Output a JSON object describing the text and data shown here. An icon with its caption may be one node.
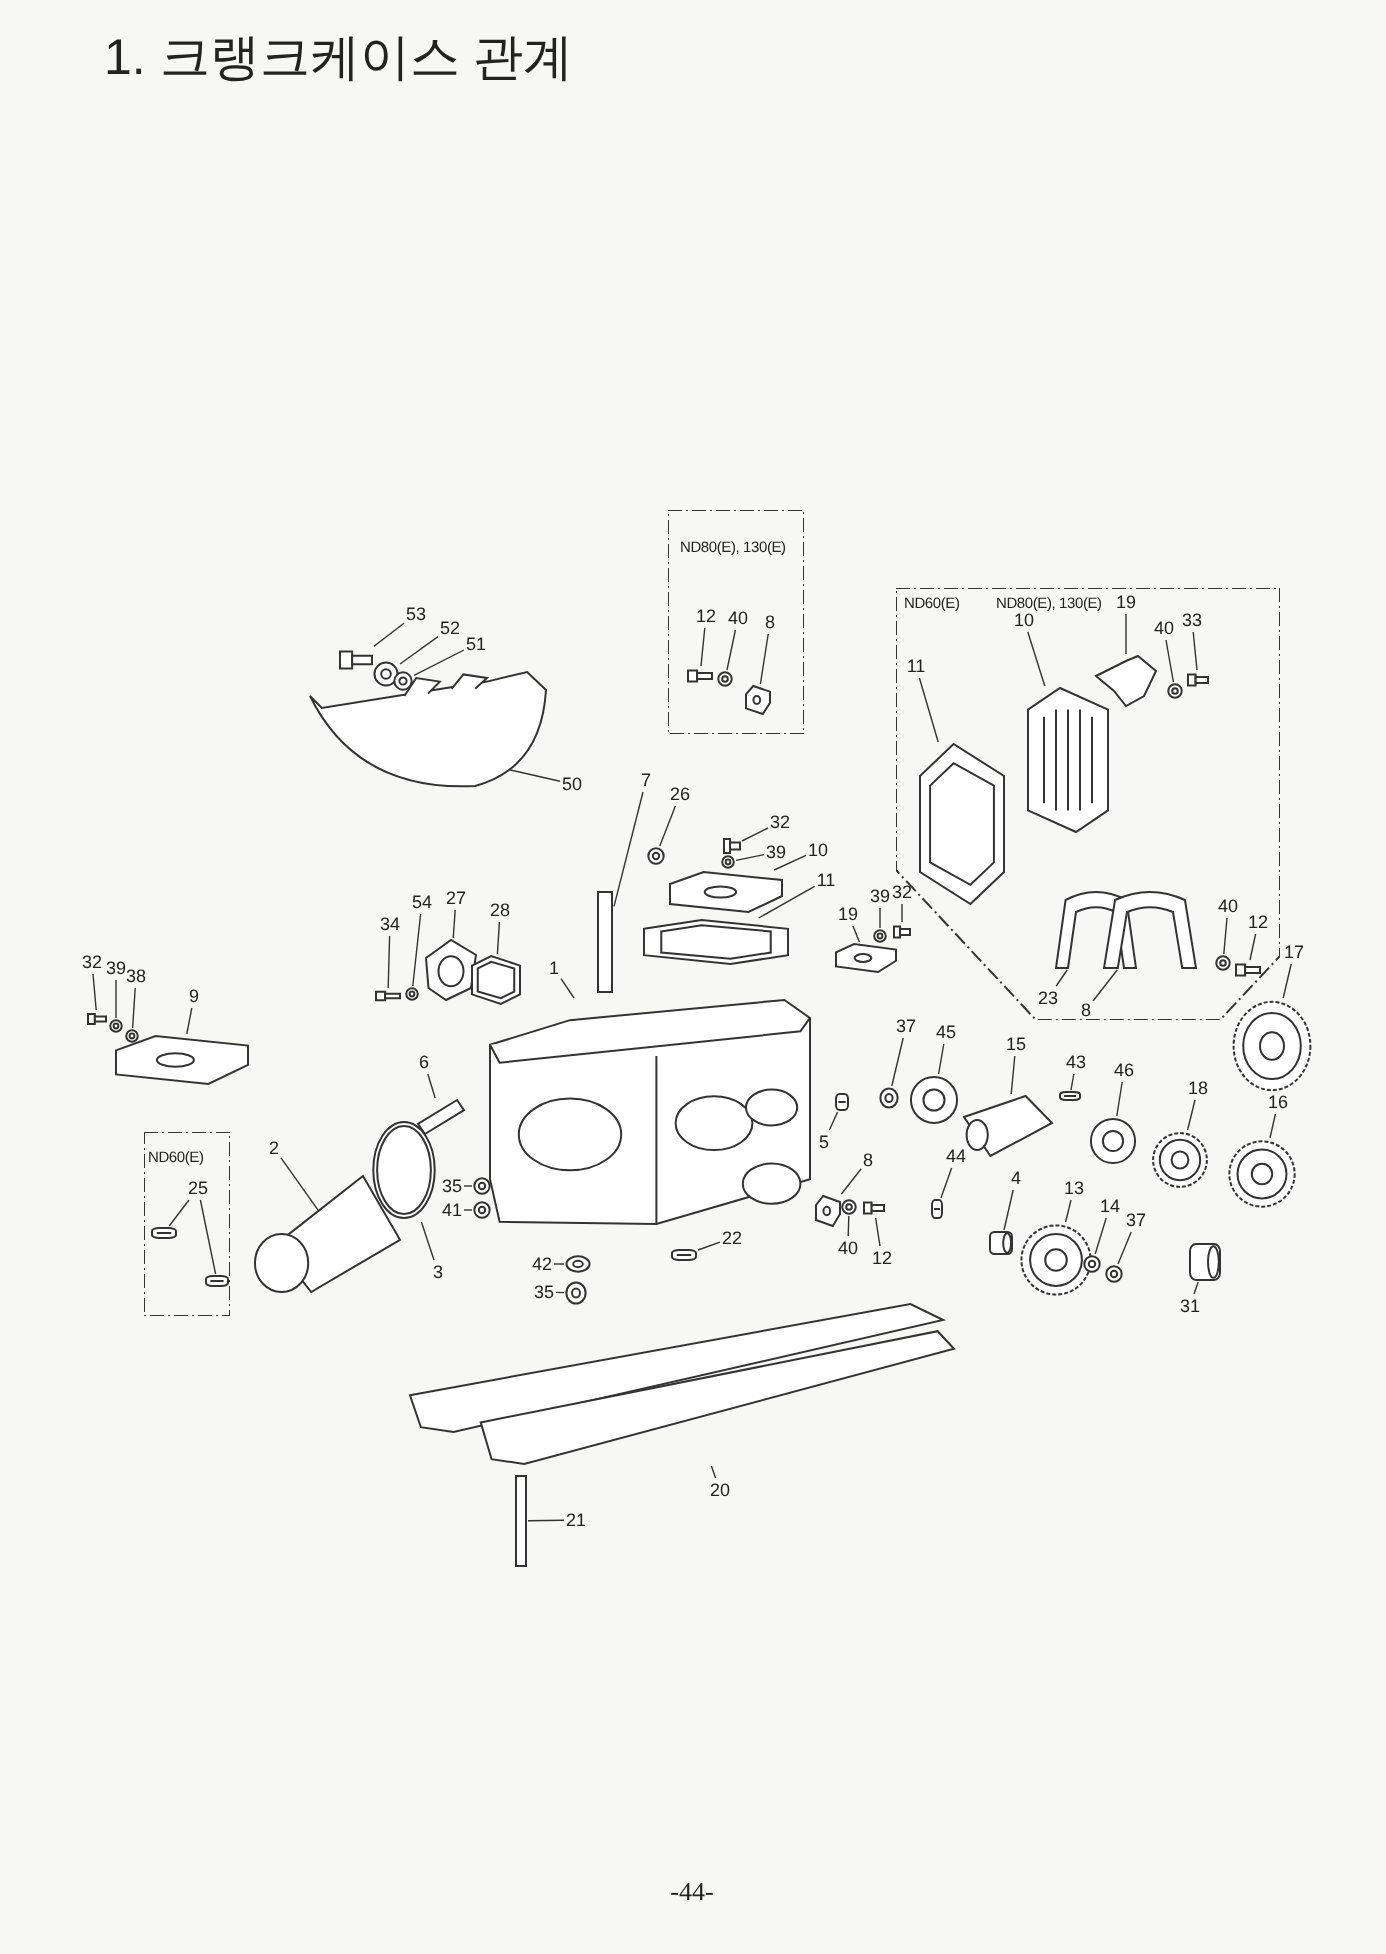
{
  "diagram": {
    "title": "1. 크랭크케이스 관계",
    "nodes": [
      {
        "text": [
          "ND80(E), 130(E)"
        ]
      },
      {
        "text": [
          "ND60(E)",
          "ND80(E), 130(E)"
        ]
      },
      {
        "text": [
          "ND60(E)"
        ]
      },
      {
        "text": [
          "53"
        ]
      },
      {
        "text": [
          "52"
        ]
      },
      {
        "text": [
          "51"
        ]
      },
      {
        "text": [
          "12"
        ],
        "in": 0
      },
      {
        "text": [
          "40"
        ],
        "in": 0
      },
      {
        "text": [
          "8"
        ],
        "in": 0
      },
      {
        "text": [
          "50"
        ]
      },
      {
        "text": [
          "19"
        ],
        "in": 1
      },
      {
        "text": [
          "40"
        ],
        "in": 1
      },
      {
        "text": [
          "33"
        ],
        "in": 1
      },
      {
        "text": [
          "10"
        ],
        "in": 1
      },
      {
        "text": [
          "11"
        ],
        "in": 1
      },
      {
        "text": [
          "7"
        ]
      },
      {
        "text": [
          "26"
        ]
      },
      {
        "text": [
          "32"
        ]
      },
      {
        "text": [
          "39"
        ]
      },
      {
        "text": [
          "10"
        ]
      },
      {
        "text": [
          "11"
        ]
      },
      {
        "text": [
          "19"
        ]
      },
      {
        "text": [
          "39"
        ]
      },
      {
        "text": [
          "32"
        ]
      },
      {
        "text": [
          "54"
        ]
      },
      {
        "text": [
          "27"
        ]
      },
      {
        "text": [
          "28"
        ]
      },
      {
        "text": [
          "40"
        ],
        "in": 1
      },
      {
        "text": [
          "12"
        ],
        "in": 1
      },
      {
        "text": [
          "17"
        ]
      },
      {
        "text": [
          "34"
        ]
      },
      {
        "text": [
          "32"
        ]
      },
      {
        "text": [
          "39"
        ]
      },
      {
        "text": [
          "38"
        ]
      },
      {
        "text": [
          "9"
        ]
      },
      {
        "text": [
          "1"
        ]
      },
      {
        "text": [
          "23"
        ],
        "in": 1
      },
      {
        "text": [
          "8"
        ],
        "in": 1
      },
      {
        "text": [
          "37"
        ]
      },
      {
        "text": [
          "45"
        ]
      },
      {
        "text": [
          "15"
        ]
      },
      {
        "text": [
          "43"
        ]
      },
      {
        "text": [
          "46"
        ]
      },
      {
        "text": [
          "6"
        ]
      },
      {
        "text": [
          "18"
        ]
      },
      {
        "text": [
          "16"
        ]
      },
      {
        "text": [
          "2"
        ]
      },
      {
        "text": [
          "5"
        ]
      },
      {
        "text": [
          "8"
        ]
      },
      {
        "text": [
          "44"
        ]
      },
      {
        "text": [
          "4"
        ]
      },
      {
        "text": [
          "13"
        ]
      },
      {
        "text": [
          "14"
        ]
      },
      {
        "text": [
          "37"
        ]
      },
      {
        "text": [
          "35"
        ]
      },
      {
        "text": [
          "25"
        ],
        "in": 2
      },
      {
        "text": [
          "41"
        ]
      },
      {
        "text": [
          "40"
        ]
      },
      {
        "text": [
          "12"
        ]
      },
      {
        "text": [
          "22"
        ]
      },
      {
        "text": [
          "3"
        ]
      },
      {
        "text": [
          "42"
        ]
      },
      {
        "text": [
          "35"
        ]
      },
      {
        "text": [
          "31"
        ]
      },
      {
        "text": [
          "20"
        ]
      },
      {
        "text": [
          "21"
        ]
      },
      {
        "text": [],
        "shape": "picture"
      },
      {
        "text": [],
        "shape": "picture"
      },
      {
        "text": [],
        "shape": "picture"
      },
      {
        "text": [],
        "shape": "picture",
        "in": 0
      },
      {
        "text": [],
        "shape": "picture",
        "in": 0
      },
      {
        "text": [],
        "shape": "picture",
        "in": 0
      },
      {
        "text": [],
        "shape": "picture"
      },
      {
        "text": [],
        "shape": "picture",
        "in": 1
      },
      {
        "text": [],
        "shape": "picture",
        "in": 1
      },
      {
        "text": [],
        "shape": "picture",
        "in": 1
      },
      {
        "text": [],
        "shape": "picture",
        "in": 1
      },
      {
        "text": [],
        "shape": "picture",
        "in": 1
      },
      {
        "text": [],
        "shape": "bar"
      },
      {
        "text": [],
        "shape": "picture"
      },
      {
        "text": [],
        "shape": "picture"
      },
      {
        "text": [],
        "shape": "picture"
      },
      {
        "text": [],
        "shape": "picture"
      },
      {
        "text": [],
        "shape": "picture"
      },
      {
        "text": [],
        "shape": "picture"
      },
      {
        "text": [],
        "shape": "picture"
      },
      {
        "text": [],
        "shape": "picture"
      },
      {
        "text": [],
        "shape": "picture"
      },
      {
        "text": [],
        "shape": "picture"
      },
      {
        "text": [],
        "shape": "picture"
      },
      {
        "text": [],
        "shape": "picture",
        "in": 1
      },
      {
        "text": [],
        "shape": "picture",
        "in": 1
      },
      {
        "text": [],
        "shape": "picture"
      },
      {
        "text": [],
        "shape": "picture"
      },
      {
        "text": [],
        "shape": "picture"
      },
      {
        "text": [],
        "shape": "picture"
      },
      {
        "text": [],
        "shape": "picture"
      },
      {
        "text": [],
        "shape": "picture"
      },
      {
        "text": [],
        "shape": "picture"
      },
      {
        "text": [],
        "shape": "picture",
        "in": 1
      },
      {
        "text": [],
        "shape": "picture",
        "in": 1
      },
      {
        "text": [],
        "shape": "picture"
      },
      {
        "text": [],
        "shape": "picture"
      },
      {
        "text": [],
        "shape": "picture"
      },
      {
        "text": [],
        "shape": "picture"
      },
      {
        "text": [],
        "shape": "picture"
      },
      {
        "text": [],
        "shape": "picture"
      },
      {
        "text": [],
        "shape": "picture"
      },
      {
        "text": [],
        "shape": "picture"
      },
      {
        "text": [],
        "shape": "picture"
      },
      {
        "text": [],
        "shape": "picture"
      },
      {
        "text": [],
        "shape": "picture"
      },
      {
        "text": [],
        "shape": "picture"
      },
      {
        "text": [],
        "shape": "picture"
      },
      {
        "text": [],
        "shape": "picture"
      },
      {
        "text": [],
        "shape": "picture"
      },
      {
        "text": [],
        "shape": "picture"
      },
      {
        "text": [],
        "shape": "picture"
      },
      {
        "text": [],
        "shape": "picture",
        "in": 2
      },
      {
        "text": [],
        "shape": "picture",
        "in": 2
      },
      {
        "text": [],
        "shape": "picture"
      },
      {
        "text": [],
        "shape": "picture"
      },
      {
        "text": [],
        "shape": "picture"
      },
      {
        "text": [],
        "shape": "picture"
      },
      {
        "text": [],
        "shape": "picture"
      },
      {
        "text": [],
        "shape": "picture"
      },
      {
        "text": [],
        "shape": "picture"
      },
      {
        "text": [],
        "shape": "picture"
      },
      {
        "text": [],
        "shape": "picture"
      },
      {
        "text": [],
        "shape": "bar"
      }
    ],
    "edges": [
      {
        "from": 3,
        "to": 66,
        "arrow": "none"
      },
      {
        "from": 4,
        "to": 67,
        "arrow": "none"
      },
      {
        "from": 5,
        "to": 68,
        "arrow": "none"
      },
      {
        "from": 6,
        "to": 69,
        "arrow": "none"
      },
      {
        "from": 7,
        "to": 70,
        "arrow": "none"
      },
      {
        "from": 8,
        "to": 71,
        "arrow": "none"
      },
      {
        "from": 9,
        "to": 72,
        "arrow": "none"
      },
      {
        "from": 10,
        "to": 73,
        "arrow": "none"
      },
      {
        "from": 11,
        "to": 74,
        "arrow": "none"
      },
      {
        "from": 12,
        "to": 75,
        "arrow": "none"
      },
      {
        "from": 13,
        "to": 76,
        "arrow": "none"
      },
      {
        "from": 14,
        "to": 77,
        "arrow": "none"
      },
      {
        "from": 15,
        "to": 78,
        "arrow": "none"
      },
      {
        "from": 16,
        "to": 79,
        "arrow": "none"
      },
      {
        "from": 17,
        "to": 80,
        "arrow": "none"
      },
      {
        "from": 18,
        "to": 81,
        "arrow": "none"
      },
      {
        "from": 19,
        "to": 82,
        "arrow": "none"
      },
      {
        "from": 20,
        "to": 83,
        "arrow": "none"
      },
      {
        "from": 21,
        "to": 84,
        "arrow": "none"
      },
      {
        "from": 22,
        "to": 85,
        "arrow": "none"
      },
      {
        "from": 23,
        "to": 86,
        "arrow": "none"
      },
      {
        "from": 24,
        "to": 87,
        "arrow": "none"
      },
      {
        "from": 25,
        "to": 88,
        "arrow": "none"
      },
      {
        "from": 26,
        "to": 89,
        "arrow": "none"
      },
      {
        "from": 27,
        "to": 90,
        "arrow": "none"
      },
      {
        "from": 28,
        "to": 91,
        "arrow": "none"
      },
      {
        "from": 29,
        "to": 92,
        "arrow": "none"
      },
      {
        "from": 30,
        "to": 93,
        "arrow": "none"
      },
      {
        "from": 31,
        "to": 94,
        "arrow": "none"
      },
      {
        "from": 32,
        "to": 95,
        "arrow": "none"
      },
      {
        "from": 33,
        "to": 96,
        "arrow": "none"
      },
      {
        "from": 34,
        "to": 97,
        "arrow": "none"
      },
      {
        "from": 35,
        "to": 98,
        "arrow": "none"
      },
      {
        "from": 36,
        "to": 99,
        "arrow": "none"
      },
      {
        "from": 37,
        "to": 100,
        "arrow": "none"
      },
      {
        "from": 38,
        "to": 101,
        "arrow": "none"
      },
      {
        "from": 39,
        "to": 102,
        "arrow": "none"
      },
      {
        "from": 40,
        "to": 103,
        "arrow": "none"
      },
      {
        "from": 41,
        "to": 104,
        "arrow": "none"
      },
      {
        "from": 42,
        "to": 105,
        "arrow": "none"
      },
      {
        "from": 43,
        "to": 106,
        "arrow": "none"
      },
      {
        "from": 44,
        "to": 107,
        "arrow": "none"
      },
      {
        "from": 45,
        "to": 108,
        "arrow": "none"
      },
      {
        "from": 46,
        "to": 109,
        "arrow": "none"
      },
      {
        "from": 47,
        "to": 110,
        "arrow": "none"
      },
      {
        "from": 48,
        "to": 111,
        "arrow": "none"
      },
      {
        "from": 49,
        "to": 112,
        "arrow": "none"
      },
      {
        "from": 50,
        "to": 113,
        "arrow": "none"
      },
      {
        "from": 51,
        "to": 114,
        "arrow": "none"
      },
      {
        "from": 52,
        "to": 115,
        "arrow": "none"
      },
      {
        "from": 53,
        "to": 116,
        "arrow": "none"
      },
      {
        "from": 54,
        "to": 117,
        "arrow": "none"
      },
      {
        "from": 55,
        "to": 118,
        "arrow": "none"
      },
      {
        "from": 55,
        "to": 119,
        "arrow": "none"
      },
      {
        "from": 56,
        "to": 120,
        "arrow": "none"
      },
      {
        "from": 57,
        "to": 121,
        "arrow": "none"
      },
      {
        "from": 58,
        "to": 122,
        "arrow": "none"
      },
      {
        "from": 59,
        "to": 123,
        "arrow": "none"
      },
      {
        "from": 60,
        "to": 124,
        "arrow": "none"
      },
      {
        "from": 61,
        "to": 125,
        "arrow": "none"
      },
      {
        "from": 62,
        "to": 126,
        "arrow": "none"
      },
      {
        "from": 63,
        "to": 127,
        "arrow": "none"
      },
      {
        "from": 64,
        "to": 128,
        "arrow": "none"
      },
      {
        "from": 65,
        "to": 129,
        "arrow": "none"
      }
    ],
    "labels": [
      "-44-"
    ]
  }
}
